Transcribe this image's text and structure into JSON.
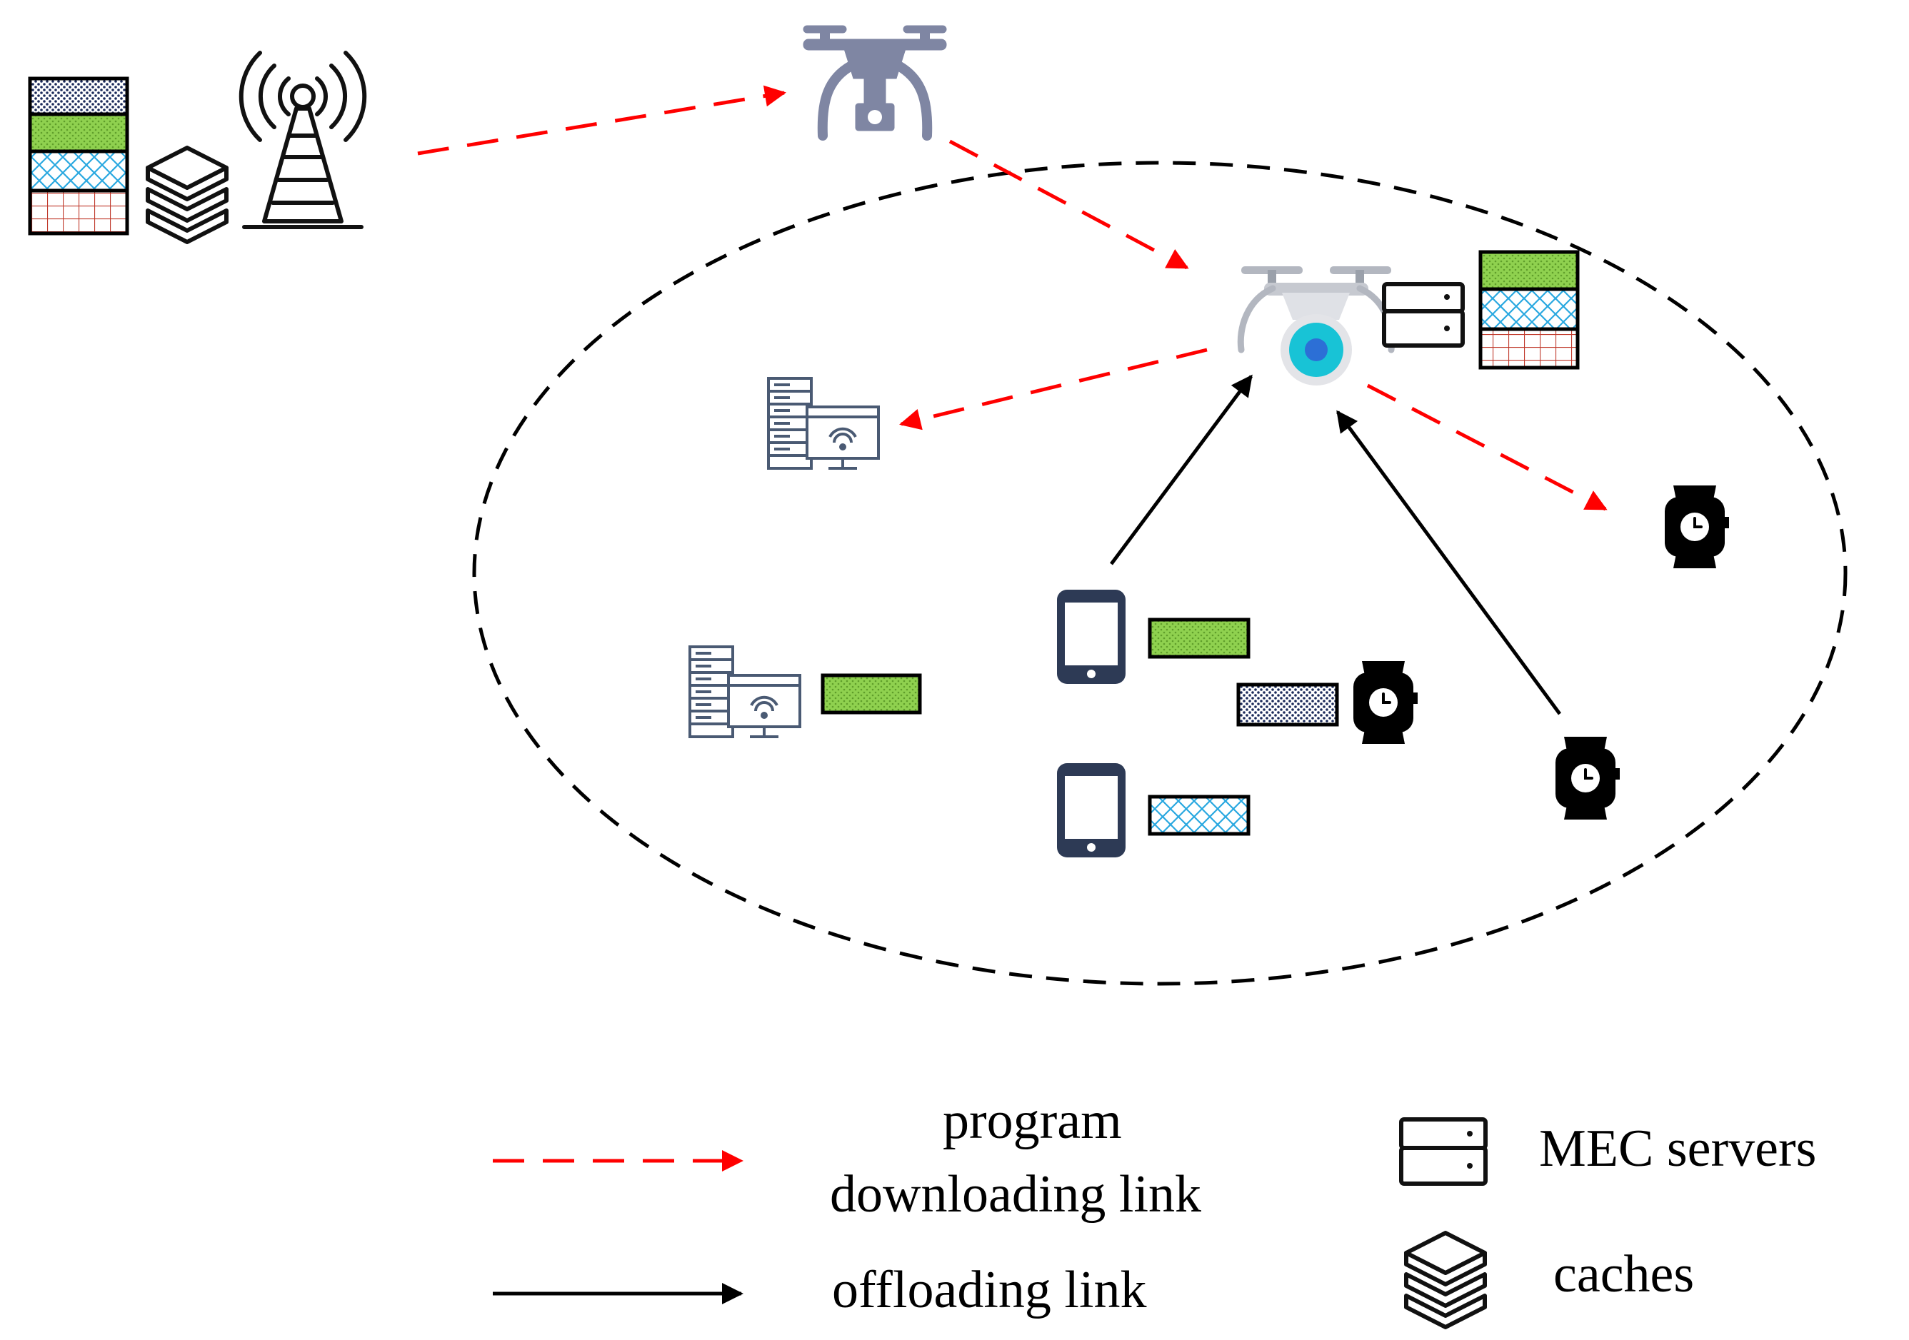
{
  "legend": {
    "download_line1": "program",
    "download_line2": "downloading link",
    "offload": "offloading link",
    "mec": "MEC servers",
    "caches": "caches"
  },
  "colors": {
    "download_link": "#ff0000",
    "offload_link": "#000000",
    "device_navy": "#2d3a55",
    "drone_grey": "#7f86a3",
    "block_green": "#8fd14f",
    "block_blue": "#bfe5f7",
    "block_dots": "#1b2a5a",
    "block_grid": "#c0392b",
    "uav_lens": "#18c3d6"
  },
  "icons": [
    "base-station-icon",
    "cache-stack-icon",
    "drone-icon",
    "uav-mec-icon",
    "mec-server-icon",
    "computer-server-icon",
    "smartphone-icon",
    "smartwatch-icon"
  ]
}
